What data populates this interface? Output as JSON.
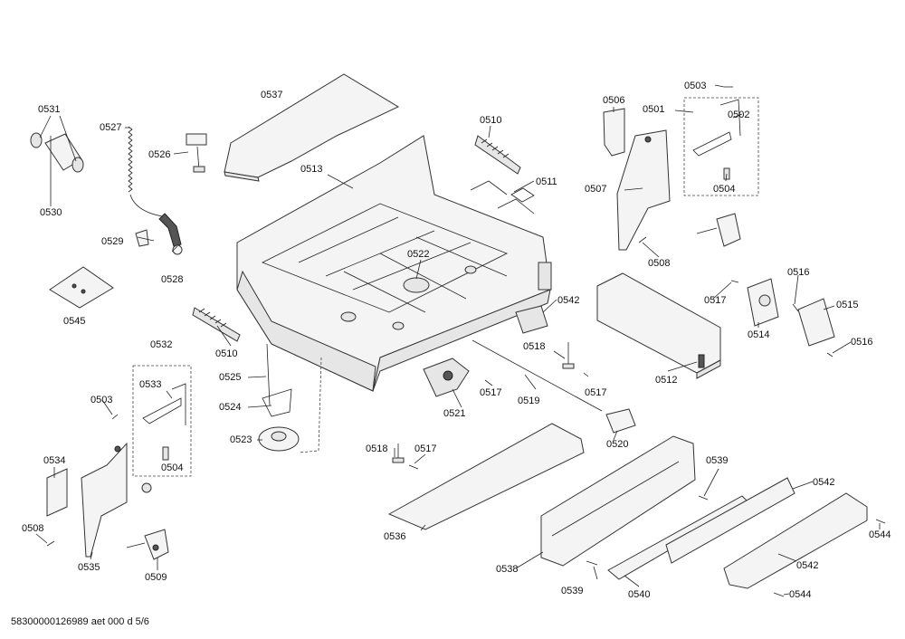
{
  "parts": {
    "p0501": "0501",
    "p0502": "0502",
    "p0503a": "0503",
    "p0503b": "0503",
    "p0504a": "0504",
    "p0504b": "0504",
    "p0506": "0506",
    "p0507": "0507",
    "p0508a": "0508",
    "p0508b": "0508",
    "p0509": "0509",
    "p0510a": "0510",
    "p0510b": "0510",
    "p0511": "0511",
    "p0512": "0512",
    "p0513": "0513",
    "p0514": "0514",
    "p0515": "0515",
    "p0516a": "0516",
    "p0516b": "0516",
    "p0517a": "0517",
    "p0517b": "0517",
    "p0517c": "0517",
    "p0517d": "0517",
    "p0518a": "0518",
    "p0518b": "0518",
    "p0519": "0519",
    "p0520": "0520",
    "p0521": "0521",
    "p0522": "0522",
    "p0523": "0523",
    "p0524": "0524",
    "p0525": "0525",
    "p0526": "0526",
    "p0527": "0527",
    "p0528": "0528",
    "p0529": "0529",
    "p0530": "0530",
    "p0531": "0531",
    "p0532": "0532",
    "p0533": "0533",
    "p0534": "0534",
    "p0535": "0535",
    "p0536": "0536",
    "p0537": "0537",
    "p0538": "0538",
    "p0539a": "0539",
    "p0539b": "0539",
    "p0540": "0540",
    "p0542a": "0542",
    "p0542b": "0542",
    "p0542c": "0542",
    "p0544a": "0544",
    "p0544b": "0544",
    "p0545": "0545"
  },
  "footer": "58300000126989 aet 000 d 5/6"
}
